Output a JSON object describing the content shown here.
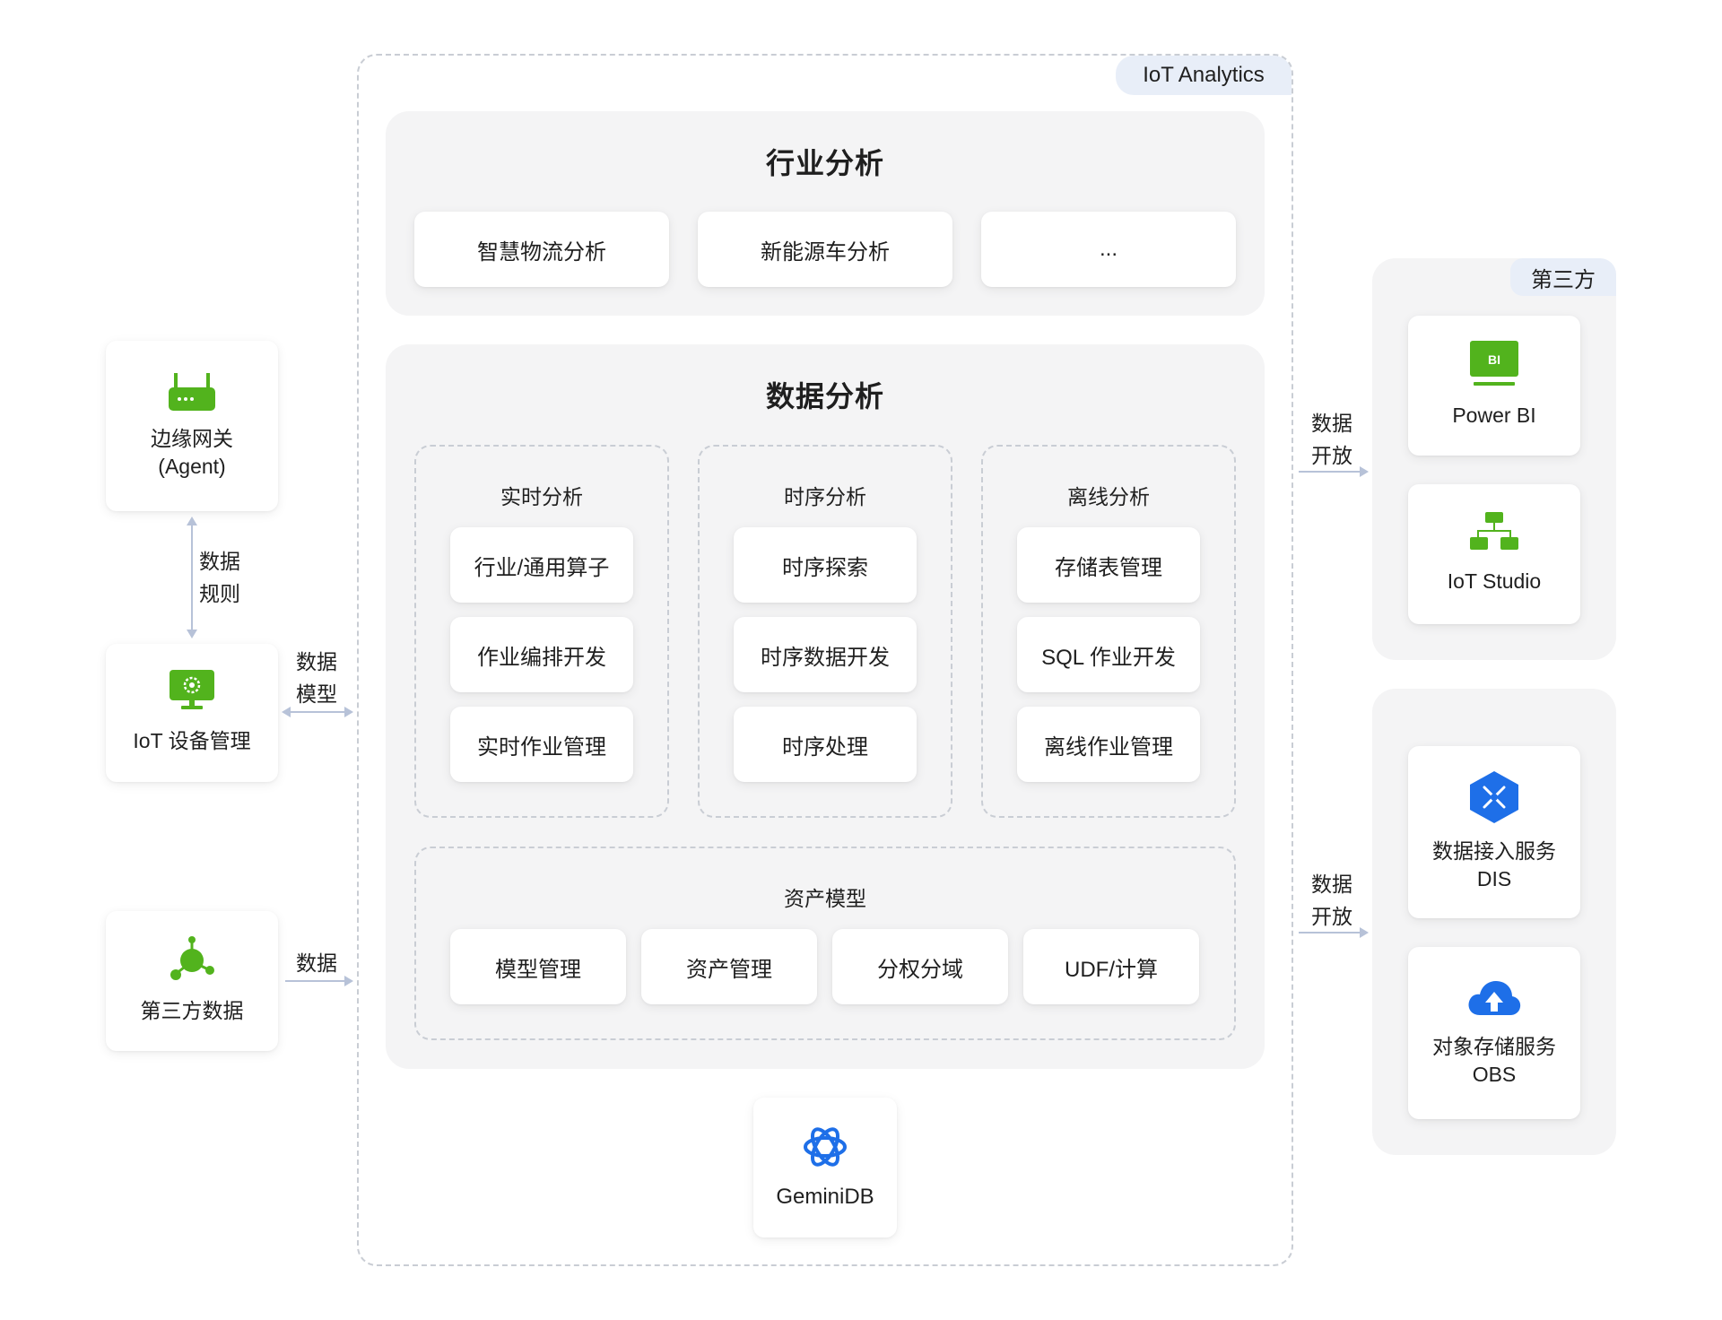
{
  "colors": {
    "green": "#52b31d",
    "blue": "#1e6fe8",
    "arrow": "#b7c2d8"
  },
  "iot_analytics": {
    "tag": "IoT Analytics",
    "industry": {
      "title": "行业分析",
      "items": [
        "智慧物流分析",
        "新能源车分析",
        "..."
      ]
    },
    "data_analysis": {
      "title": "数据分析",
      "groups": [
        {
          "title": "实时分析",
          "items": [
            "行业/通用算子",
            "作业编排开发",
            "实时作业管理"
          ]
        },
        {
          "title": "时序分析",
          "items": [
            "时序探索",
            "时序数据开发",
            "时序处理"
          ]
        },
        {
          "title": "离线分析",
          "items": [
            "存储表管理",
            "SQL 作业开发",
            "离线作业管理"
          ]
        }
      ],
      "asset_model": {
        "title": "资产模型",
        "items": [
          "模型管理",
          "资产管理",
          "分权分域",
          "UDF/计算"
        ]
      }
    },
    "storage": {
      "label": "GeminiDB",
      "icon": "geminidb-icon"
    }
  },
  "left": {
    "edge_gateway": {
      "line1": "边缘网关",
      "line2": "(Agent)",
      "icon": "router-icon"
    },
    "device_mgmt": {
      "label": "IoT 设备管理",
      "icon": "monitor-gear-icon"
    },
    "third_party_data": {
      "label": "第三方数据",
      "icon": "hub-icon"
    },
    "rules_link": {
      "line1": "数据",
      "line2": "规则"
    },
    "model_link": {
      "line1": "数据",
      "line2": "模型"
    },
    "data_link": {
      "line1": "数据"
    }
  },
  "right": {
    "third_party": {
      "tag": "第三方",
      "items": [
        {
          "label": "Power BI",
          "icon": "power-bi-icon",
          "icon_text": "BI"
        },
        {
          "label": "IoT Studio",
          "icon": "org-chart-icon"
        }
      ]
    },
    "cloud_services": {
      "items": [
        {
          "line1": "数据接入服务",
          "line2": "DIS",
          "icon": "dis-icon"
        },
        {
          "line1": "对象存储服务",
          "line2": "OBS",
          "icon": "cloud-upload-icon"
        }
      ]
    },
    "open_link_top": {
      "line1": "数据",
      "line2": "开放"
    },
    "open_link_bottom": {
      "line1": "数据",
      "line2": "开放"
    }
  }
}
